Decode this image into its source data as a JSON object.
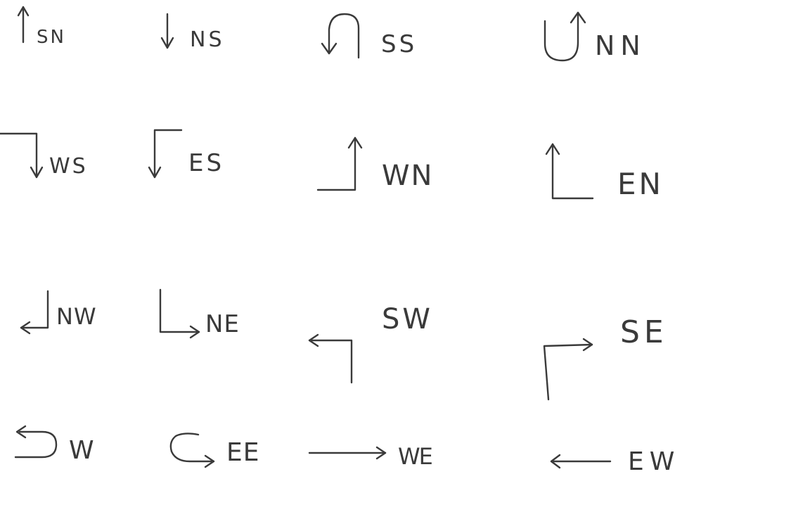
{
  "labels": {
    "sn": "SN",
    "ns": "NS",
    "ss": "SS",
    "nn": "NN",
    "ws": "WS",
    "es": "ES",
    "wn": "WN",
    "en": "EN",
    "nw": "NW",
    "ne": "NE",
    "sw": "SW",
    "se": "SE",
    "w": "W",
    "ee": "EE",
    "we": "WE",
    "ew": "EW"
  }
}
